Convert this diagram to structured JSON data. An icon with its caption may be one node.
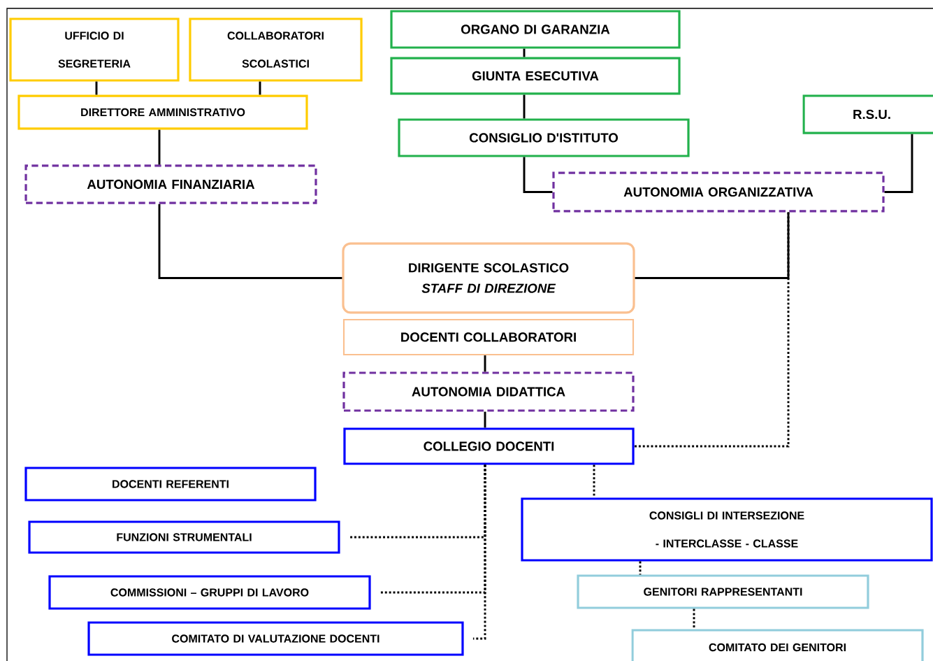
{
  "diagram": {
    "nodes": [
      {
        "text": [
          "UFFICIO DI SEGRETERIA"
        ]
      },
      {
        "text": [
          "COLLABORATORI SCOLASTICI"
        ]
      },
      {
        "text": [
          "DIRETTORE AMMINISTRATIVO"
        ]
      },
      {
        "text": [
          "AUTONOMIA FINANZIARIA"
        ]
      },
      {
        "text": [
          "ORGANO DI GARANZIA"
        ]
      },
      {
        "text": [
          "GIUNTA ESECUTIVA"
        ]
      },
      {
        "text": [
          "CONSIGLIO D'ISTITUTO"
        ]
      },
      {
        "text": [
          "R.S.U."
        ]
      },
      {
        "text": [
          "AUTONOMIA ORGANIZZATIVA"
        ]
      },
      {
        "text": [
          "DIRIGENTE SCOLASTICO",
          "STAFF DI DIREZIONE"
        ]
      },
      {
        "text": [
          "DOCENTI COLLABORATORI"
        ]
      },
      {
        "text": [
          "AUTONOMIA DIDATTICA"
        ]
      },
      {
        "text": [
          "COLLEGIO DOCENTI"
        ]
      },
      {
        "text": [
          "DOCENTI REFERENTI"
        ]
      },
      {
        "text": [
          "FUNZIONI STRUMENTALI"
        ]
      },
      {
        "text": [
          "COMMISSIONI – GRUPPI DI LAVORO"
        ]
      },
      {
        "text": [
          "COMITATO DI VALUTAZIONE DOCENTI"
        ]
      },
      {
        "text": [
          "CONSIGLI DI INTERSEZIONE - INTERCLASSE - CLASSE"
        ]
      },
      {
        "text": [
          "GENITORI RAPPRESENTANTI"
        ]
      },
      {
        "text": [
          "COMITATO DEI GENITORI"
        ]
      }
    ],
    "edges": [
      {
        "from": 0,
        "to": 2,
        "arrow": "none"
      },
      {
        "from": 1,
        "to": 2,
        "arrow": "none"
      },
      {
        "from": 2,
        "to": 3,
        "arrow": "none"
      },
      {
        "from": 3,
        "to": 9,
        "arrow": "none"
      },
      {
        "from": 4,
        "to": 5,
        "arrow": "none"
      },
      {
        "from": 5,
        "to": 6,
        "arrow": "none"
      },
      {
        "from": 6,
        "to": 8,
        "arrow": "none"
      },
      {
        "from": 7,
        "to": 8,
        "arrow": "none"
      },
      {
        "from": 8,
        "to": 9,
        "arrow": "none"
      },
      {
        "from": 8,
        "to": 12,
        "arrow": "none",
        "style": "dashed"
      },
      {
        "from": 10,
        "to": 11,
        "arrow": "none"
      },
      {
        "from": 11,
        "to": 12,
        "arrow": "none"
      },
      {
        "from": 12,
        "to": 14,
        "arrow": "none",
        "style": "dashed"
      },
      {
        "from": 12,
        "to": 15,
        "arrow": "none",
        "style": "dashed"
      },
      {
        "from": 12,
        "to": 16,
        "arrow": "none",
        "style": "dashed"
      },
      {
        "from": 12,
        "to": 17,
        "arrow": "none",
        "style": "dashed"
      },
      {
        "from": 17,
        "to": 18,
        "arrow": "none",
        "style": "dashed"
      },
      {
        "from": 18,
        "to": 19,
        "arrow": "none",
        "style": "dashed"
      }
    ]
  }
}
